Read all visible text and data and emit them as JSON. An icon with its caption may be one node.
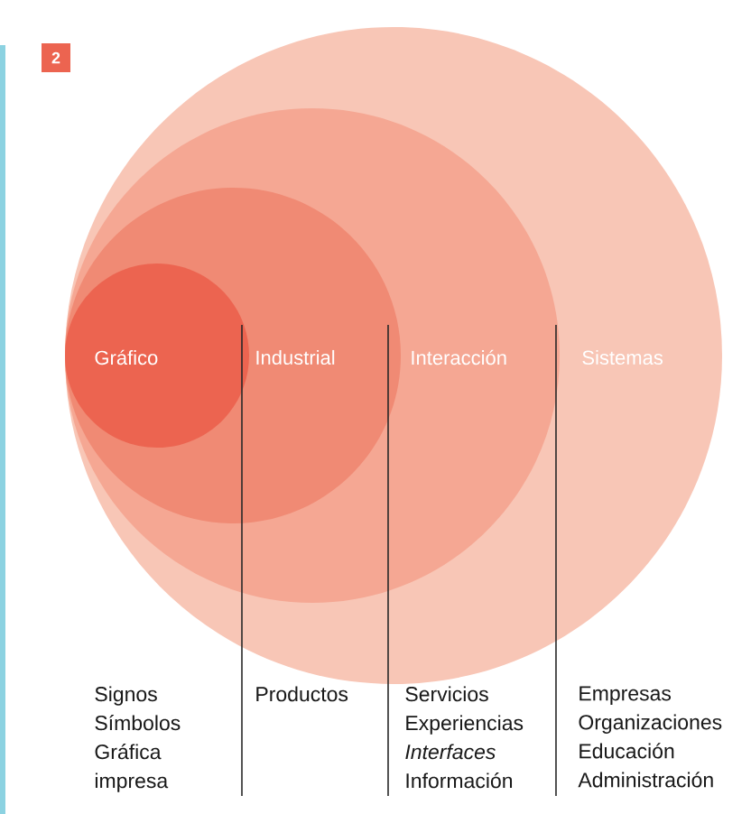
{
  "diagram": {
    "nodes": [
      {
        "text": [
          "2"
        ]
      },
      {
        "text": [
          "Sistemas"
        ]
      },
      {
        "text": [
          "Interacción"
        ],
        "in": 1
      },
      {
        "text": [
          "Industrial"
        ],
        "in": 2
      },
      {
        "text": [
          "Gráfico"
        ],
        "in": 3
      }
    ],
    "labels": [
      "Signos Símbolos Gráfica impresa",
      "Productos",
      "Servicios Experiencias *Interfaces* Información",
      "Empresas Organizaciones Educación Administración"
    ]
  }
}
